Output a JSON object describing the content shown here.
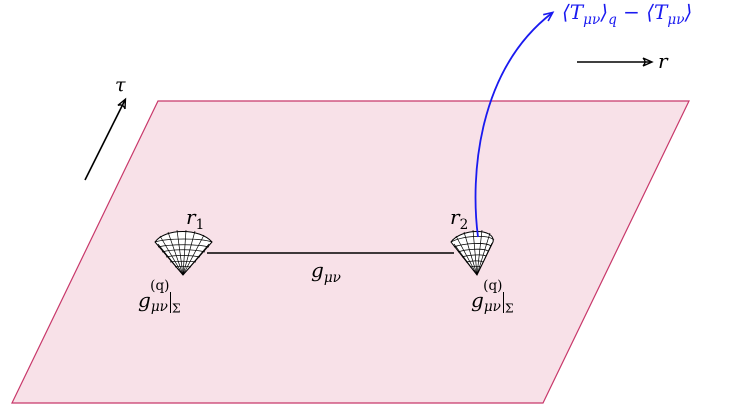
{
  "labels": {
    "tau": "τ",
    "r_axis": "r",
    "r1_base": "r",
    "r1_sub": "1",
    "r2_base": "r",
    "r2_sub": "2",
    "g_base": "g",
    "g_sub": "μν",
    "gq_base": "g",
    "gq_sup": "(q)",
    "gq_sub": "μν",
    "sigma": "Σ",
    "expectation_text": "⟨T",
    "expectation_sub1": "μν",
    "expectation_mid": "⟩",
    "expectation_sub2": "q",
    "expectation_minus": " − ⟨T",
    "expectation_sub3": "μν",
    "expectation_end": "⟩"
  },
  "colors": {
    "plane_fill": "#f8e1e8",
    "plane_edge": "#c8386a",
    "curve": "#1a1af0",
    "ink": "#000000"
  }
}
